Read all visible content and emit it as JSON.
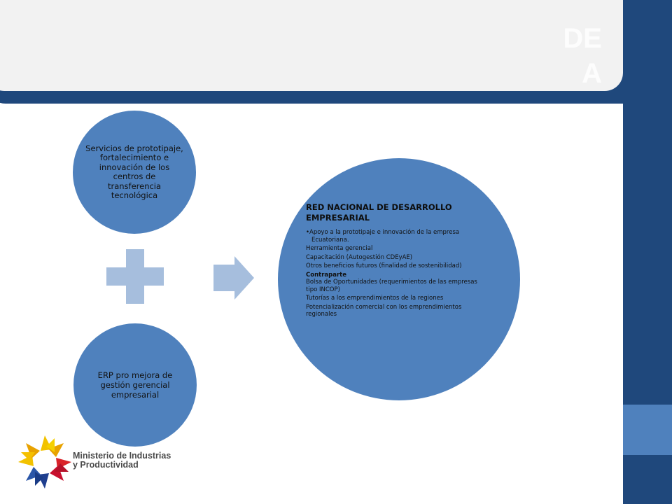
{
  "header": {
    "title_line1": "DE",
    "title_line2": "A"
  },
  "circles": {
    "top_text": "Servicios de prototipaje, fortalecimiento e innovación de los centros de transferencia tecnológica",
    "bottom_text": "ERP pro mejora de gestión gerencial empresarial"
  },
  "main": {
    "title": "RED NACIONAL DE DESARROLLO EMPRESARIAL",
    "bullet": "•Apoyo a la prototipaje e innovación de la empresa Ecuatoriana.",
    "lines": [
      "Herramienta gerencial",
      "Capacitación (Autogestión CDEyAE)",
      "Otros beneficios futuros (finalidad de sostenibilidad)"
    ],
    "contraparte_label": "Contraparte",
    "contraparte_lines": [
      "Bolsa de Oportunidades (requerimientos de las empresas tipo INCOP)",
      "Tutorías a los emprendimientos de la regiones",
      "Potencialización comercial con los emprendimientos regionales"
    ]
  },
  "logo": {
    "line1": "Ministerio de Industrias",
    "line2": "y Productividad"
  },
  "colors": {
    "navy": "#1f487c",
    "circle_blue": "#4f81bd",
    "shape_light_blue": "#a6bedd"
  }
}
